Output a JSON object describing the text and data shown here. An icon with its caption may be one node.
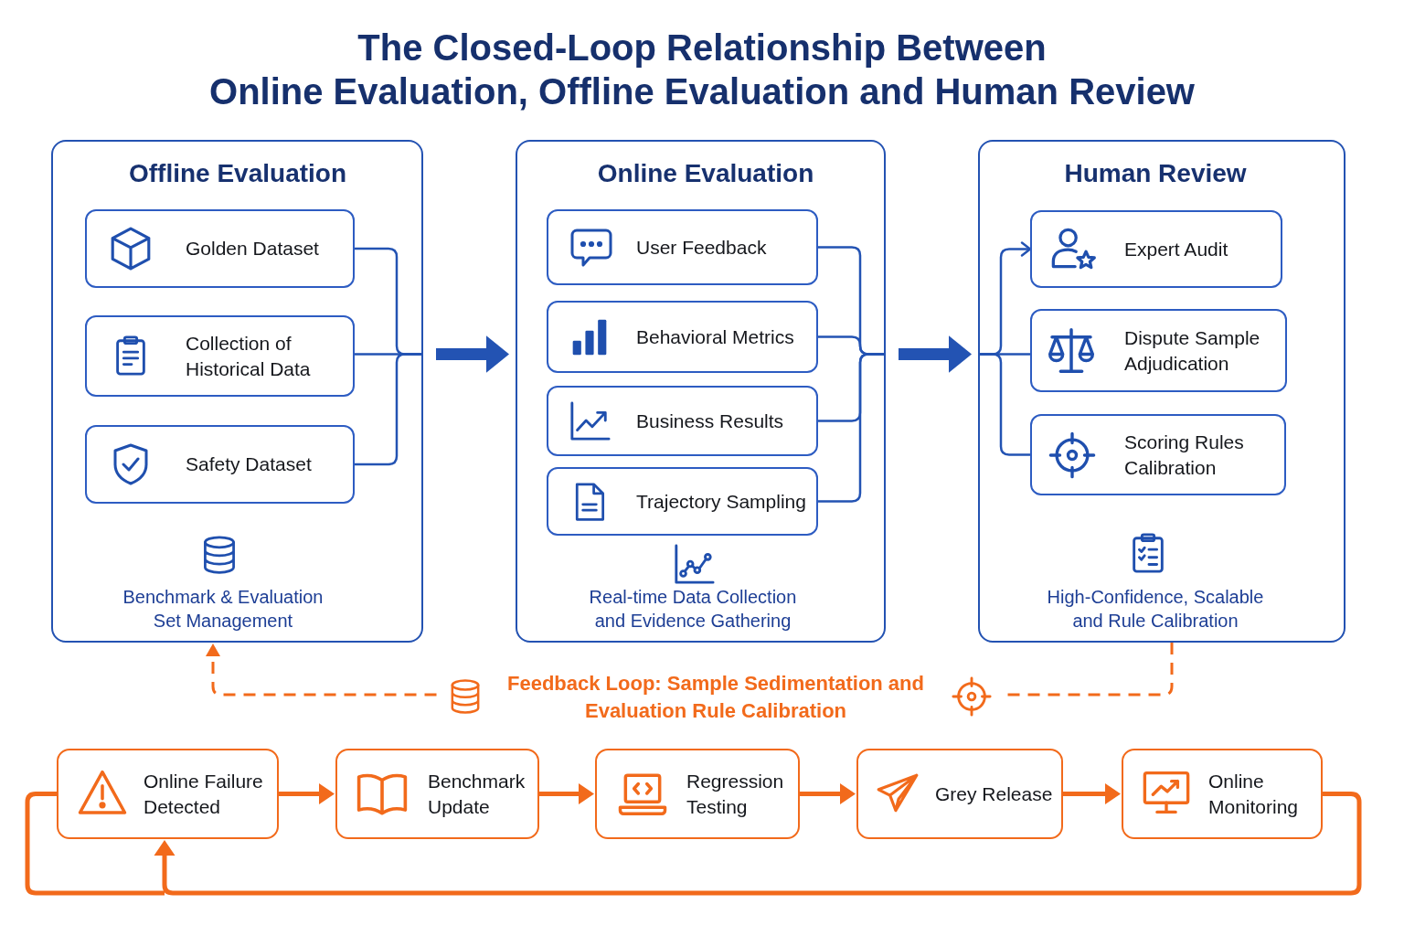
{
  "diagram": {
    "title": "The Closed-Loop Relationship Between Online Evaluation, Offline Evaluation and Human Review",
    "nodes": [
      {
        "text": [
          "Offline Evaluation",
          "Benchmark & Evaluation Set Management"
        ]
      },
      {
        "text": [
          "Golden Dataset"
        ],
        "in": 0
      },
      {
        "text": [
          "Collection of Historical Data"
        ],
        "in": 0
      },
      {
        "text": [
          "Safety Dataset"
        ],
        "in": 0
      },
      {
        "text": [
          "Online Evaluation",
          "Real-time Data Collection and Evidence Gathering"
        ]
      },
      {
        "text": [
          "User Feedback"
        ],
        "in": 4
      },
      {
        "text": [
          "Behavioral Metrics"
        ],
        "in": 4
      },
      {
        "text": [
          "Business Results"
        ],
        "in": 4
      },
      {
        "text": [
          "Trajectory Sampling"
        ],
        "in": 4
      },
      {
        "text": [
          "Human Review",
          "High-Confidence, Scalable and Rule Calibration"
        ]
      },
      {
        "text": [
          "Expert Audit"
        ],
        "in": 9
      },
      {
        "text": [
          "Dispute Sample Adjudication"
        ],
        "in": 9
      },
      {
        "text": [
          "Scoring Rules Calibration"
        ],
        "in": 9
      },
      {
        "text": [
          "Online Failure Detected"
        ]
      },
      {
        "text": [
          "Benchmark Update"
        ]
      },
      {
        "text": [
          "Regression Testing"
        ]
      },
      {
        "text": [
          "Grey Release"
        ]
      },
      {
        "text": [
          "Online Monitoring"
        ]
      }
    ],
    "edges": [
      {
        "from": 1,
        "to": 0,
        "arrow": "none"
      },
      {
        "from": 2,
        "to": 0,
        "arrow": "none"
      },
      {
        "from": 3,
        "to": 0,
        "arrow": "none"
      },
      {
        "from": 0,
        "to": 4,
        "arrow": "to",
        "style": "thick"
      },
      {
        "from": 5,
        "to": 4,
        "arrow": "none"
      },
      {
        "from": 6,
        "to": 4,
        "arrow": "none"
      },
      {
        "from": 7,
        "to": 4,
        "arrow": "none"
      },
      {
        "from": 8,
        "to": 4,
        "arrow": "none"
      },
      {
        "from": 4,
        "to": 9,
        "arrow": "to",
        "style": "thick"
      },
      {
        "from": 9,
        "to": 10,
        "arrow": "to"
      },
      {
        "from": 9,
        "to": 11,
        "arrow": "none"
      },
      {
        "from": 9,
        "to": 12,
        "arrow": "none"
      },
      {
        "from": 9,
        "to": 0,
        "arrow": "to",
        "label": "Feedback Loop: Sample Sedimentation and Evaluation Rule Calibration",
        "style": "dashed",
        "color": "#f26a1b"
      },
      {
        "from": 13,
        "to": 14,
        "arrow": "to",
        "style": "thick",
        "color": "#f26a1b"
      },
      {
        "from": 14,
        "to": 15,
        "arrow": "to",
        "style": "thick",
        "color": "#f26a1b"
      },
      {
        "from": 15,
        "to": 16,
        "arrow": "to",
        "style": "thick",
        "color": "#f26a1b"
      },
      {
        "from": 16,
        "to": 17,
        "arrow": "to",
        "style": "thick",
        "color": "#f26a1b"
      },
      {
        "from": 17,
        "to": 13,
        "arrow": "to",
        "style": "thick",
        "color": "#f26a1b"
      }
    ]
  }
}
